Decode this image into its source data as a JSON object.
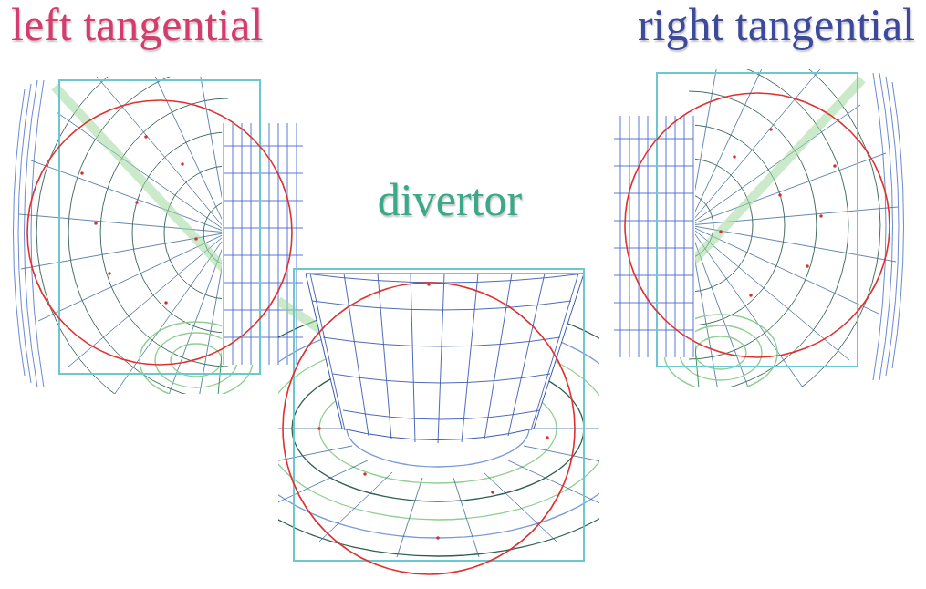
{
  "diagram": {
    "labels": [
      "left tangential",
      "right tangential",
      "divertor"
    ]
  }
}
